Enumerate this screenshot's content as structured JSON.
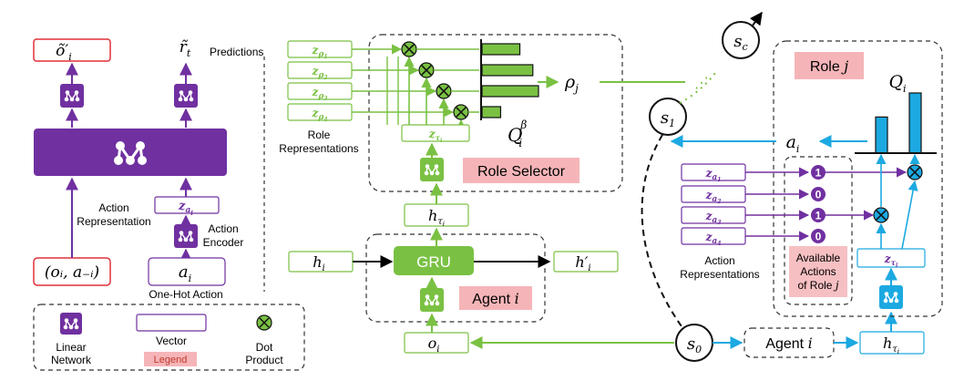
{
  "panel_a": {
    "out_obs": "õ′",
    "out_obs_sub": "i",
    "out_rew": "r̃",
    "out_rew_sub": "t",
    "predictions": "Predictions",
    "action_representation_l1": "Action",
    "action_representation_l2": "Representation",
    "z_a": "z",
    "z_a_sub": "a",
    "z_a_subsub": "i",
    "action_encoder_l1": "Action",
    "action_encoder_l2": "Encoder",
    "input_obs": "(oᵢ, a₋ᵢ)",
    "input_action": "a",
    "input_action_sub": "i",
    "one_hot_action": "One-Hot Action"
  },
  "legend": {
    "linear_network_l1": "Linear",
    "linear_network_l2": "Network",
    "vector": "Vector",
    "legend_tag": "Legend",
    "dot_product_l1": "Dot",
    "dot_product_l2": "Product"
  },
  "panel_b": {
    "role_reps": [
      "ρ1",
      "ρ2",
      "ρ3",
      "ρ4"
    ],
    "role_representations_l1": "Role",
    "role_representations_l2": "Representations",
    "z_tau": "z",
    "q_label": "Q",
    "q_sup": "β",
    "q_sub": "i",
    "rho_j": "ρ",
    "rho_j_sub": "j",
    "role_selector": "Role Selector",
    "h_tau": "h",
    "h_i": "h",
    "h_i_sub": "i",
    "gru": "GRU",
    "h_i_prime": "h′",
    "agent_label": "Agent",
    "agent_i": "i",
    "o_i": "o",
    "o_i_sub": "i"
  },
  "panel_c": {
    "s_c": "s",
    "s_c_sub": "c",
    "s_1": "s",
    "s_1_sub": "1",
    "s_0": "s",
    "s_0_sub": "0",
    "role_j_label": "Role",
    "role_j_var": "j",
    "q_i": "Q",
    "q_i_sub": "i",
    "a_i": "a",
    "a_i_sub": "i",
    "action_reps": [
      "a1",
      "a2",
      "a3",
      "a4"
    ],
    "mask_values": [
      "1",
      "0",
      "1",
      "0"
    ],
    "available_l1": "Available",
    "available_l2": "Actions",
    "available_l3": "of Role",
    "available_var": "j",
    "action_representations_l1": "Action",
    "action_representations_l2": "Representations",
    "agent_label": "Agent",
    "agent_i": "i",
    "h_tau": "h"
  },
  "colors": {
    "purple": "#7030a0",
    "green": "#7ac143",
    "blue": "#1ca9e1",
    "red": "#e0303a",
    "pink": "#f5b5b8",
    "black": "#000000"
  }
}
